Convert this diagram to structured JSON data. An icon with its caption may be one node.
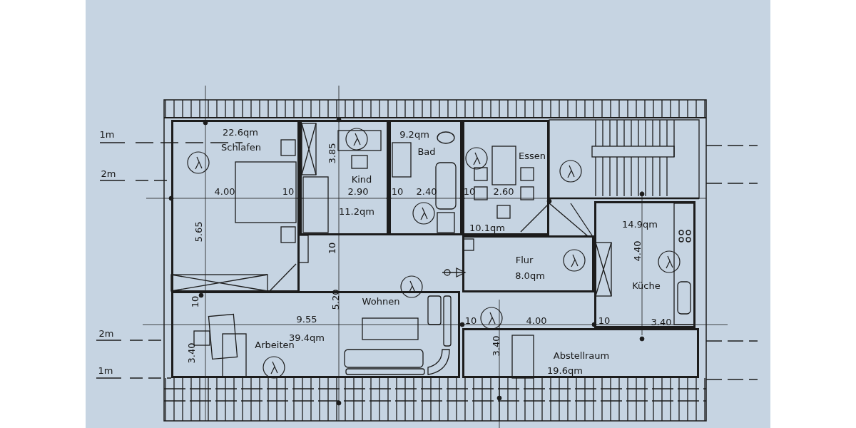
{
  "diagram": {
    "nodes": [
      {
        "text": [
          "22.6qm",
          "Schlafen"
        ]
      },
      {
        "text": [
          "Kind",
          "11.2qm"
        ]
      },
      {
        "text": [
          "9.2qm",
          "Bad"
        ]
      },
      {
        "text": [
          "Essen",
          "10.1qm"
        ]
      },
      {
        "text": [
          "Flur",
          "8.0qm"
        ]
      },
      {
        "text": [
          "14.9qm",
          "Küche"
        ]
      },
      {
        "text": [
          "Wohnen",
          "39.4qm",
          "Arbeiten"
        ]
      },
      {
        "text": [
          "Abstellraum",
          "19.6qm"
        ]
      }
    ],
    "labels": [
      "1m",
      "2m",
      "3.85",
      "4.00",
      "10",
      "2.90",
      "10",
      "2.40",
      "10",
      "2.60",
      "5.65",
      "10",
      "4.40",
      "10",
      "5.20",
      "9.55",
      "10",
      "4.00",
      "10",
      "3.40",
      "2m",
      "3.40",
      "3.40",
      "1m"
    ]
  }
}
